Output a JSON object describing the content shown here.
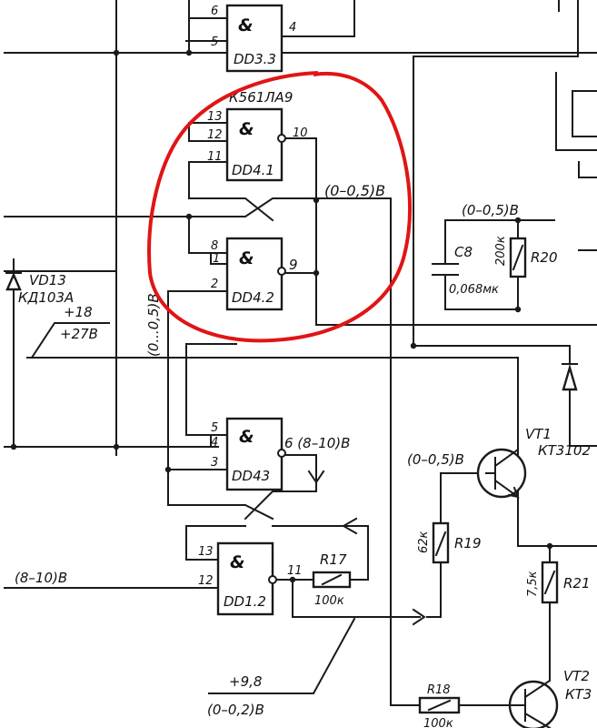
{
  "colors": {
    "ink": "#1a1a1a",
    "highlight": "#e01515",
    "paper": "#ffffff"
  },
  "chip_type": "К561ЛА9",
  "gates": [
    {
      "id": "DD3.3",
      "symbol": "&",
      "inputs": [
        "6",
        "5"
      ],
      "output": "4"
    },
    {
      "id": "DD4.1",
      "symbol": "&",
      "inputs": [
        "13",
        "12",
        "11"
      ],
      "output": "10",
      "output_level": "(0–0,5)В"
    },
    {
      "id": "DD4.2",
      "symbol": "&",
      "inputs": [
        "8",
        "1",
        "2"
      ],
      "output": "9"
    },
    {
      "id": "DD4.3",
      "symbol": "&",
      "inputs": [
        "5",
        "4",
        "3"
      ],
      "output": "6",
      "output_level": "(8–10)В"
    },
    {
      "id": "DD1.2",
      "symbol": "&",
      "inputs": [
        "13",
        "12"
      ],
      "output": "11"
    }
  ],
  "labels": {
    "dd43_text": "DD43",
    "dd43_out": "6 (8–10)В",
    "dd41_out_level": "(0–0,5)В",
    "vertical_level": "(0...0,5)В",
    "r20_level": "(0–0,5)В",
    "vt1_base_level": "(0–0,5)В",
    "dd12_in_level": "(8–10)В",
    "bottom_voltage": "+9,8",
    "bottom_level": "(0–0,2)В",
    "vd13_name": "VD13",
    "vd13_type": "КД103А",
    "v_plus18": "+18",
    "v_plus27": "+27В"
  },
  "components": {
    "c8": {
      "name": "C8",
      "value": "0,068мк"
    },
    "r20": {
      "name": "R20",
      "value": "200к"
    },
    "r17": {
      "name": "R17",
      "value": "100к"
    },
    "r19": {
      "name": "R19",
      "value": "62к"
    },
    "r18": {
      "name": "R18",
      "value": "100к"
    },
    "r21": {
      "name": "R21",
      "value": "7,5к"
    },
    "vt1": {
      "name": "VT1",
      "type": "КТ3102"
    },
    "vt2": {
      "name": "VT2",
      "type": "КТ3"
    }
  }
}
